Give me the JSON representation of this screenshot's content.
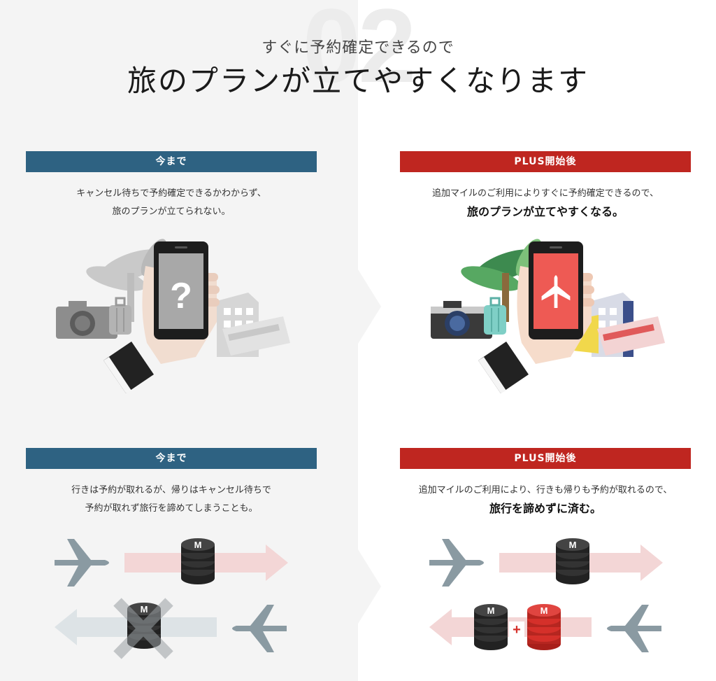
{
  "header": {
    "number": "02",
    "subtitle": "すぐに予約確定できるので",
    "title": "旅のプランが立てやすくなります"
  },
  "sections": [
    {
      "before": {
        "label": "今まで",
        "line1": "キャンセル待ちで予約確定できるかわからず、",
        "line2": "旅のプランが立てられない。"
      },
      "after": {
        "label": "PLUS開始後",
        "line1": "追加マイルのご利用によりすぐに予約確定できるので、",
        "line2": "旅のプランが立てやすくなる。"
      }
    },
    {
      "before": {
        "label": "今まで",
        "line1": "行きは予約が取れるが、帰りはキャンセル待ちで",
        "line2": "予約が取れず旅行を諦めてしまうことも。"
      },
      "after": {
        "label": "PLUS開始後",
        "line1": "追加マイルのご利用により、行きも帰りも予約が取れるので、",
        "line2": "旅行を諦めずに済む。"
      }
    }
  ],
  "coin_mark": "M",
  "plus_mark": "+",
  "question_mark": "?",
  "colors": {
    "before_banner": "#2e6282",
    "after_banner": "#bf2620",
    "left_background": "#f4f4f4",
    "phone_screen_after": "#ee5a54",
    "coin_red": "#d5302a",
    "plane_gray": "#8a9aa2"
  },
  "icons": [
    "question-icon",
    "airplane-icon",
    "coin-stack-icon",
    "arrow-right-icon",
    "arrow-left-icon",
    "cross-mark-icon",
    "plus-icon",
    "camera-icon",
    "suitcase-icon",
    "palm-tree-icon",
    "building-icon",
    "ticket-icon",
    "hand-icon",
    "smartphone-icon"
  ]
}
